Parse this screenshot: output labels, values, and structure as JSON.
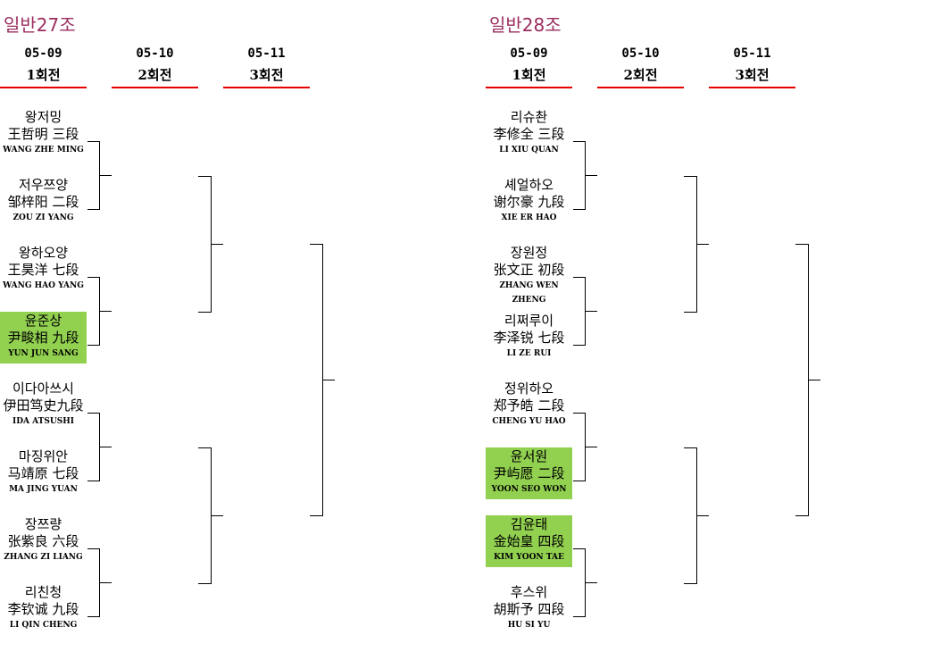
{
  "groups": [
    {
      "title": "일반27조",
      "rounds": [
        {
          "date": "05-09",
          "label": "1회전"
        },
        {
          "date": "05-10",
          "label": "2회전"
        },
        {
          "date": "05-11",
          "label": "3회전"
        }
      ],
      "players": [
        {
          "kr": "왕저밍",
          "cn": "王哲明 三段",
          "en": "WANG ZHE MING",
          "win": false
        },
        {
          "kr": "저우쯔양",
          "cn": "邹梓阳 二段",
          "en": "ZOU ZI YANG",
          "win": false
        },
        {
          "kr": "왕하오양",
          "cn": "王昊洋 七段",
          "en": "WANG HAO YANG",
          "win": false
        },
        {
          "kr": "윤준상",
          "cn": "尹畯相 九段",
          "en": "YUN JUN SANG",
          "win": true
        },
        {
          "kr": "이다아쓰시",
          "cn": "伊田笃史九段",
          "en": "IDA  ATSUSHI",
          "win": false
        },
        {
          "kr": "마징위안",
          "cn": "马靖原 七段",
          "en": "MA JING YUAN",
          "win": false
        },
        {
          "kr": "장쯔량",
          "cn": "张紫良 六段",
          "en": "ZHANG ZI LIANG",
          "win": false
        },
        {
          "kr": "리친청",
          "cn": "李钦诚 九段",
          "en": "LI QIN CHENG",
          "win": false
        }
      ]
    },
    {
      "title": "일반28조",
      "rounds": [
        {
          "date": "05-09",
          "label": "1회전"
        },
        {
          "date": "05-10",
          "label": "2회전"
        },
        {
          "date": "05-11",
          "label": "3회전"
        }
      ],
      "players": [
        {
          "kr": "리슈촨",
          "cn": "李修全 三段",
          "en": "LI XIU QUAN",
          "win": false
        },
        {
          "kr": "셰얼하오",
          "cn": "谢尔豪 九段",
          "en": "XIE ER HAO",
          "win": false
        },
        {
          "kr": "장원정",
          "cn": "张文正 初段",
          "en": "ZHANG WEN ZHENG",
          "win": false
        },
        {
          "kr": "리쩌루이",
          "cn": "李泽锐 七段",
          "en": "LI ZE RUI",
          "win": false
        },
        {
          "kr": "정위하오",
          "cn": "郑予皓 二段",
          "en": "CHENG YU HAO",
          "win": false
        },
        {
          "kr": "윤서원",
          "cn": "尹屿愿 二段",
          "en": "YOON SEO WON",
          "win": true
        },
        {
          "kr": "김윤태",
          "cn": "金始皇 四段",
          "en": "KIM YOON TAE",
          "win": true
        },
        {
          "kr": "후스위",
          "cn": "胡斯予 四段",
          "en": "HU SI YU",
          "win": false
        }
      ]
    }
  ]
}
